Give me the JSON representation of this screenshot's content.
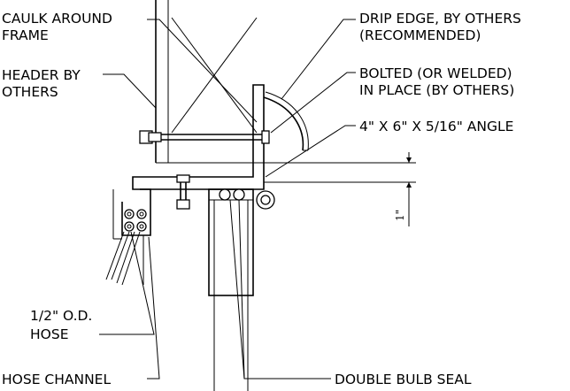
{
  "labels": {
    "caulk_line1": "CAULK AROUND",
    "caulk_line2": "FRAME",
    "header_line1": "HEADER BY",
    "header_line2": "OTHERS",
    "drip_line1": "DRIP EDGE, BY OTHERS",
    "drip_line2": "(RECOMMENDED)",
    "bolted_line1": "BOLTED (OR WELDED)",
    "bolted_line2": "IN PLACE (BY OTHERS)",
    "angle": "4\" X 6\" X 5/16\" ANGLE",
    "hose_line1": "1/2\" O.D.",
    "hose_line2": "HOSE",
    "hose_channel": "HOSE CHANNEL",
    "bulb_seal": "DOUBLE BULB SEAL",
    "dimension": "1\""
  },
  "colors": {
    "line": "#000000",
    "background": "#ffffff"
  }
}
